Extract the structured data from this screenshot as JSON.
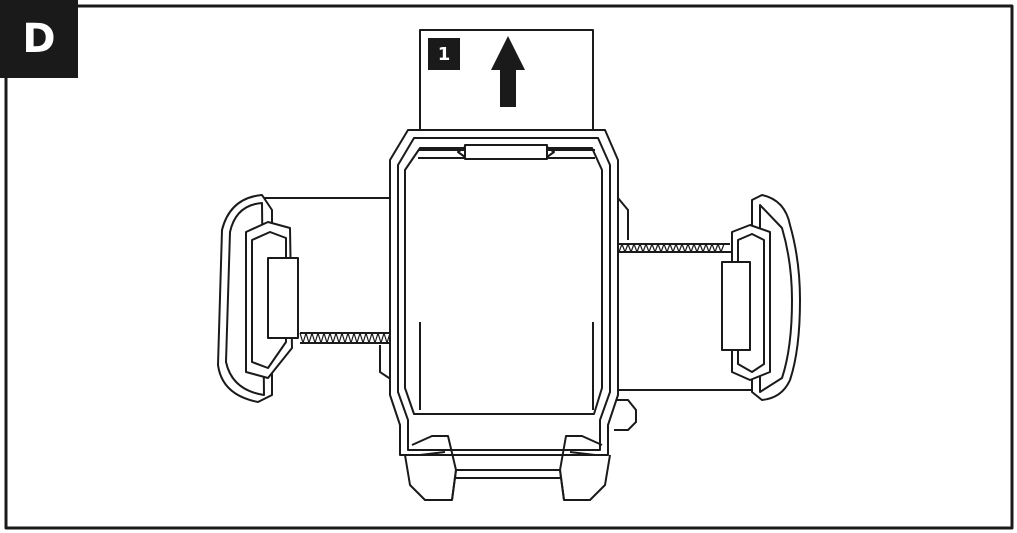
{
  "panel": {
    "label": "D"
  },
  "step": {
    "number": "1",
    "direction": "up"
  },
  "colors": {
    "ink": "#1a1a1a",
    "background": "#ffffff"
  }
}
